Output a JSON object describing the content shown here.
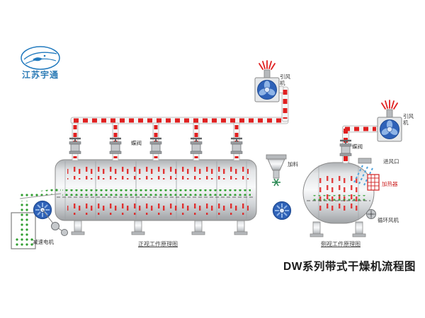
{
  "title": "DW系列带式干燥机流程图",
  "logo": {
    "name": "江苏宇通"
  },
  "front_view": {
    "caption": "正视工作原理图",
    "labels": {
      "fan": "引风机",
      "valve": "蝶阀",
      "feed": "加料",
      "motor": "减速电机"
    }
  },
  "side_view": {
    "caption": "侧视工作原理图",
    "labels": {
      "fan": "引风机",
      "valve": "蝶阀",
      "air_inlet": "进风口",
      "heater": "加热器",
      "circulation_fan": "循环风机"
    }
  },
  "colors": {
    "pipe_red": "#e02020",
    "fan_blue": "#2f62b8",
    "material_green": "#2f9e2f",
    "logo_blue": "#2a7ab5",
    "heater_red": "#cc2222"
  }
}
